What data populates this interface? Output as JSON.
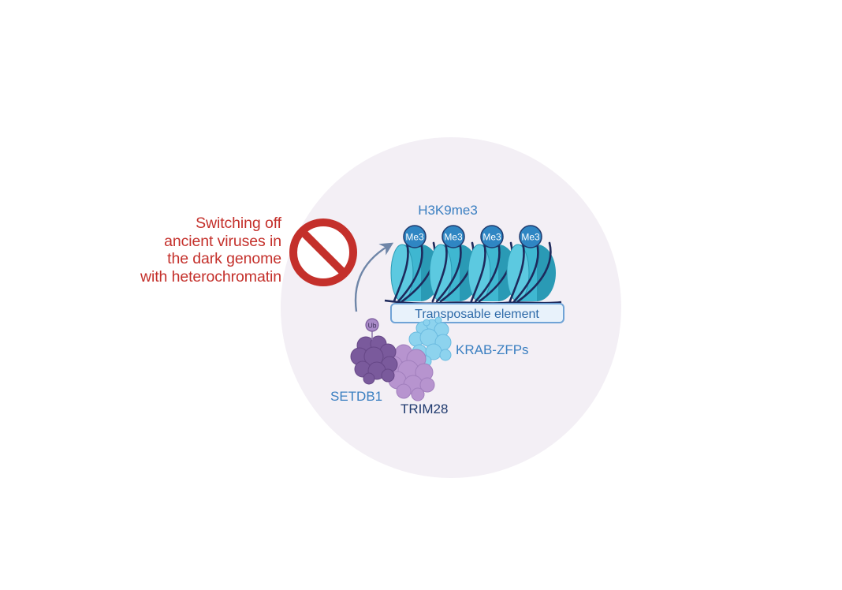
{
  "title_lines": [
    "Switching off",
    "ancient viruses in",
    "the dark genome",
    "with heterochromatin"
  ],
  "mark_label": "H3K9me3",
  "methyl_badges": [
    "Me3",
    "Me3",
    "Me3",
    "Me3"
  ],
  "element_label": "Transposable element",
  "ubiquitin_label": "Ub",
  "proteins": {
    "krab": "KRAB-ZFPs",
    "setdb1": "SETDB1",
    "trim28": "TRIM28"
  },
  "colors": {
    "title_red": "#c4302b",
    "label_blue": "#3a7fc1",
    "dark_blue": "#1f3a6e",
    "nucleosome": "#3fb7d1",
    "dna": "#1d2a5c",
    "backdrop": "#f3eff5",
    "setdb1": "#7a5a9c",
    "trim28": "#b794cf",
    "krab": "#8dd3ee",
    "ubiquitin": "#a98bc8"
  },
  "icons": [
    "prohibition-icon",
    "curved-arrow-icon",
    "nucleosome-icon"
  ]
}
